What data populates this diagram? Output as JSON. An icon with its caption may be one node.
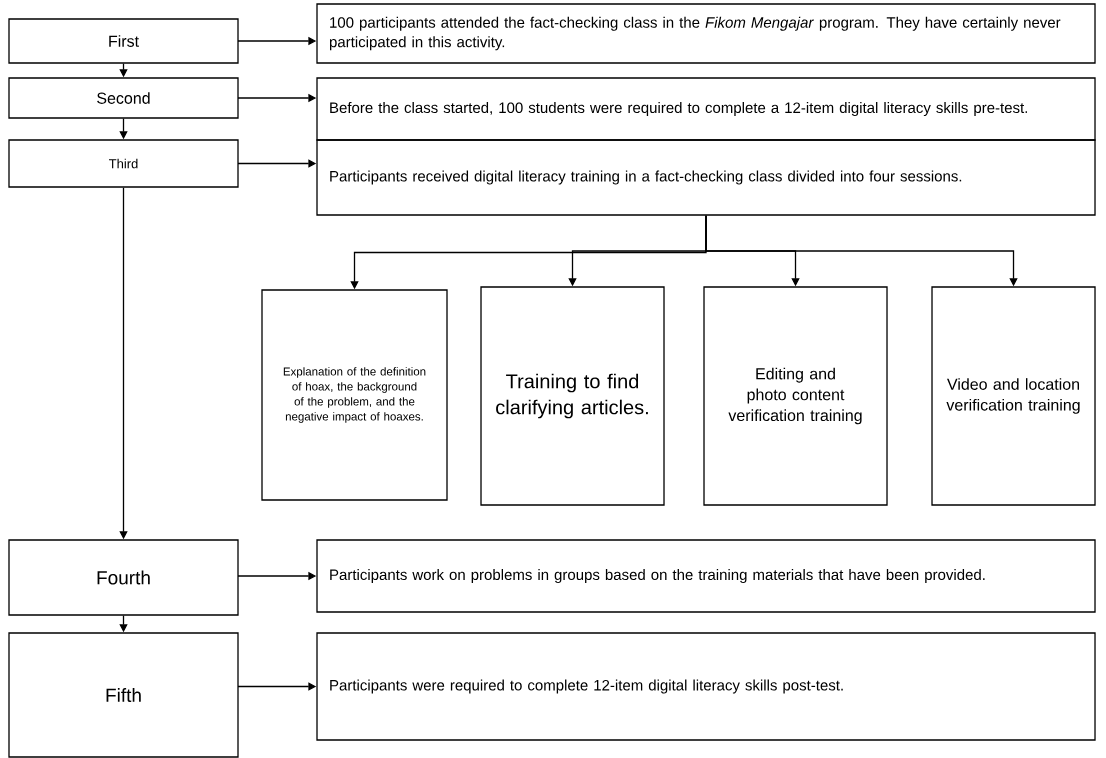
{
  "diagram": {
    "nodes": [
      {
        "text": [
          "First"
        ]
      },
      {
        "text": [
          "100 participants attended the fact-checking class in the *Fikom Mengajar* program. They have certainly never participated in this activity."
        ]
      },
      {
        "text": [
          "Second"
        ]
      },
      {
        "text": [
          "Before the class started, 100 students were required to complete a 12-item digital literacy skills pre-test."
        ]
      },
      {
        "text": [
          "Third"
        ]
      },
      {
        "text": [
          "Participants received digital literacy training in a fact-checking class divided into four sessions."
        ]
      },
      {
        "text": [
          "Explanation of the definition of hoax, the background of the problem, and the negative impact of hoaxes."
        ]
      },
      {
        "text": [
          "Training to find clarifying articles."
        ]
      },
      {
        "text": [
          "Editing and photo content verification training"
        ]
      },
      {
        "text": [
          "Video and location verification training"
        ]
      },
      {
        "text": [
          "Fourth"
        ]
      },
      {
        "text": [
          "Participants work on problems in groups based on the training materials that have been provided."
        ]
      },
      {
        "text": [
          "Fifth"
        ]
      },
      {
        "text": [
          "Participants were required to complete 12-item digital literacy skills post-test."
        ]
      }
    ],
    "edges": [
      {
        "from": 0,
        "to": 1,
        "arrow": "to"
      },
      {
        "from": 0,
        "to": 2,
        "arrow": "to"
      },
      {
        "from": 2,
        "to": 3,
        "arrow": "to"
      },
      {
        "from": 2,
        "to": 4,
        "arrow": "to"
      },
      {
        "from": 4,
        "to": 5,
        "arrow": "to"
      },
      {
        "from": 5,
        "to": 6,
        "arrow": "to"
      },
      {
        "from": 5,
        "to": 7,
        "arrow": "to"
      },
      {
        "from": 5,
        "to": 8,
        "arrow": "to"
      },
      {
        "from": 5,
        "to": 9,
        "arrow": "to"
      },
      {
        "from": 4,
        "to": 10,
        "arrow": "to"
      },
      {
        "from": 10,
        "to": 11,
        "arrow": "to"
      },
      {
        "from": 10,
        "to": 12,
        "arrow": "to"
      },
      {
        "from": 12,
        "to": 13,
        "arrow": "to"
      }
    ]
  }
}
